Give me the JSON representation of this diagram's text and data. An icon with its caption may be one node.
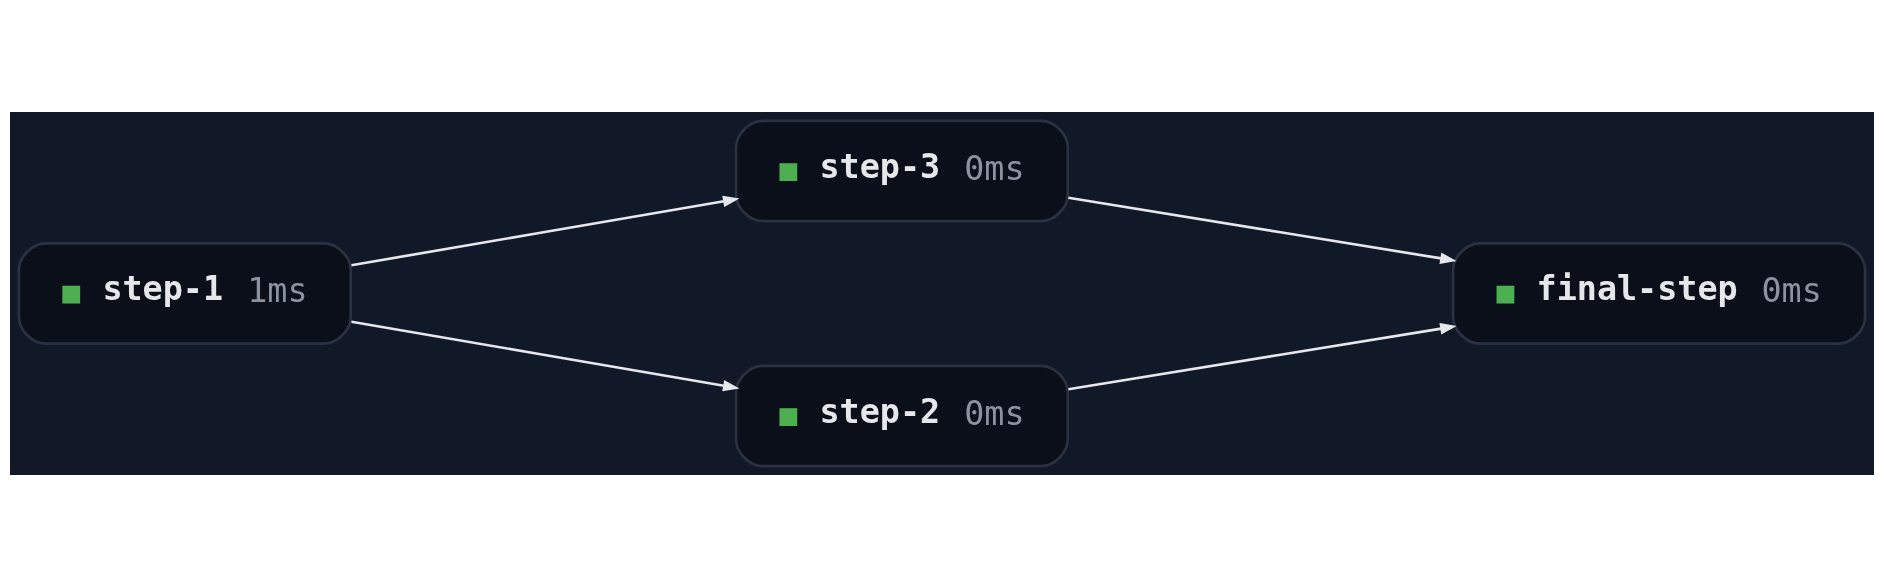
{
  "diagram": {
    "nodes": [
      {
        "text": [
          "step-1",
          "1ms"
        ]
      },
      {
        "text": [
          "step-3",
          "0ms"
        ]
      },
      {
        "text": [
          "step-2",
          "0ms"
        ]
      },
      {
        "text": [
          "final-step",
          "0ms"
        ]
      }
    ],
    "edges": [
      {
        "from": 0,
        "to": 1,
        "arrow": "to"
      },
      {
        "from": 0,
        "to": 2,
        "arrow": "to"
      },
      {
        "from": 1,
        "to": 3,
        "arrow": "to"
      },
      {
        "from": 2,
        "to": 3,
        "arrow": "to"
      }
    ]
  }
}
